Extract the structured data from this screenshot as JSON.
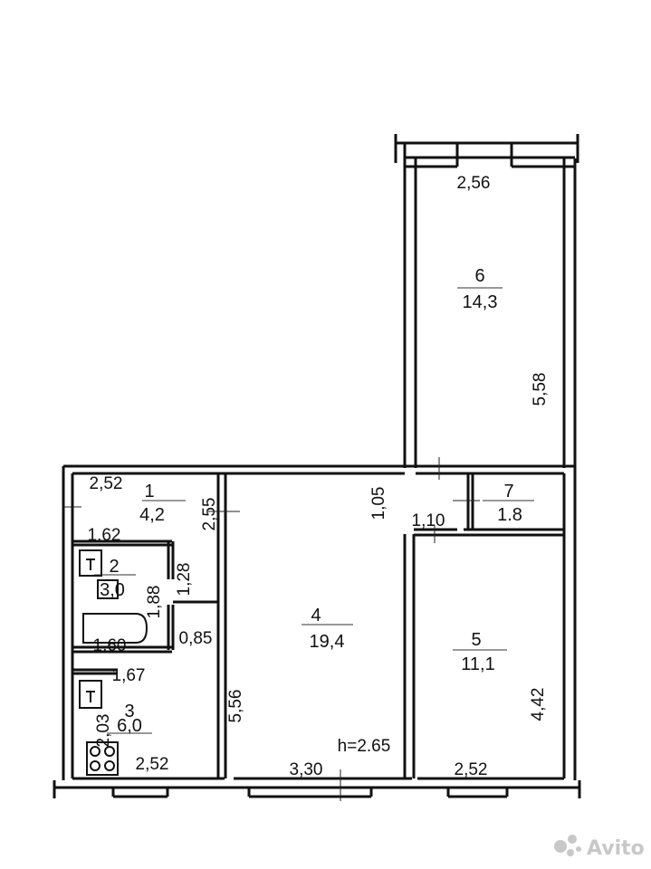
{
  "rooms": [
    {
      "id": "1",
      "num": "1",
      "area": "4,2"
    },
    {
      "id": "2",
      "num": "2",
      "area": "3,0"
    },
    {
      "id": "3",
      "num": "3",
      "area": "6,0"
    },
    {
      "id": "4",
      "num": "4",
      "area": "19,4"
    },
    {
      "id": "5",
      "num": "5",
      "area": "11,1"
    },
    {
      "id": "6",
      "num": "6",
      "area": "14,3"
    },
    {
      "id": "7",
      "num": "7",
      "area": "1.8"
    }
  ],
  "dimensions": {
    "d256_top": "2,56",
    "d558": "5,58",
    "d252_r1": "2,52",
    "d255": "2,55",
    "d105": "1,05",
    "d110": "1,10",
    "d162": "1,62",
    "d128": "1,28",
    "d188": "1,88",
    "d160": "1,60",
    "d085": "0,85",
    "d167": "1,67",
    "d203": "2,03",
    "d252_r3": "2,52",
    "d556": "5,56",
    "d330": "3,30",
    "d252_r5": "2,52",
    "d442": "4,42"
  },
  "ceiling": "h=2.65",
  "watermark": "Avito"
}
